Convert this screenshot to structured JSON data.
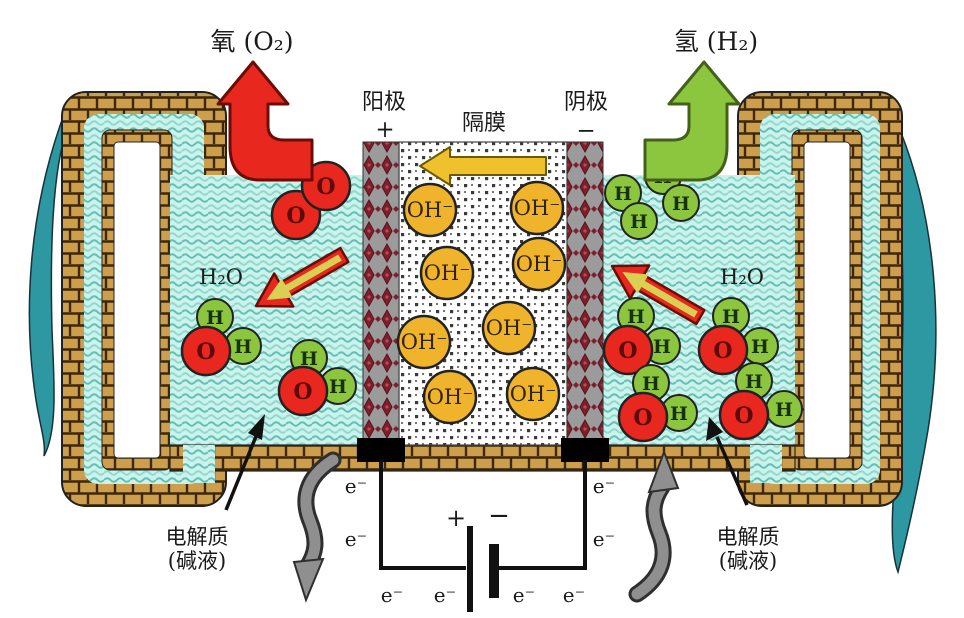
{
  "gas_labels": {
    "oxygen": "氧 (O₂)",
    "hydrogen": "氢 (H₂)"
  },
  "cell": {
    "anode_label": "阳极",
    "anode_sign": "+",
    "membrane_label": "隔膜",
    "cathode_label": "阴极",
    "cathode_sign": "−"
  },
  "ions": {
    "hydroxide": "OH⁻"
  },
  "molecules": {
    "oxygen_atom": "O",
    "hydrogen_atom": "H",
    "water": "H₂O"
  },
  "electrolyte": {
    "line1": "电解质",
    "line2": "(碱液)"
  },
  "circuit": {
    "electron": "e⁻",
    "battery_plus": "+",
    "battery_minus": "−"
  },
  "colors": {
    "oxygen_red": "#e8281e",
    "hydrogen_green": "#8cc63e",
    "hydroxide_yellow": "#f0b42c",
    "brick_tan": "#cd9f4c",
    "liquid_cyan": "#cdf2ec",
    "electrode_maroon": "#7e1f2e",
    "swoosh_teal": "#2d97a2"
  }
}
